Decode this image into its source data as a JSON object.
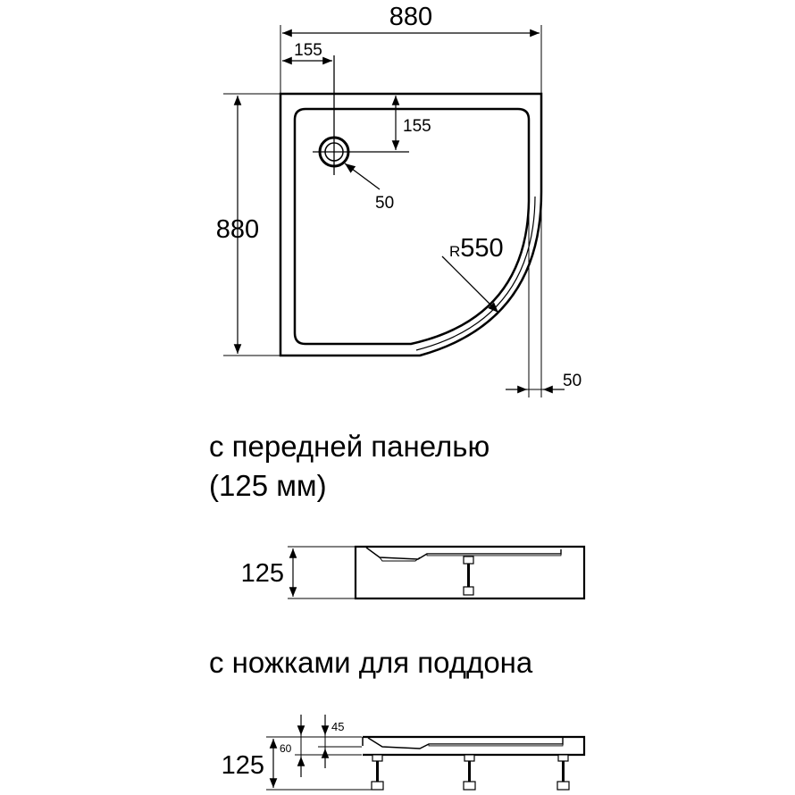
{
  "top_view": {
    "width": "880",
    "depth": "880",
    "drain_x_offset": "155",
    "drain_y_offset": "155",
    "drain_diameter": "50",
    "radius_prefix": "R",
    "radius_value": "550",
    "rim_width": "50"
  },
  "captions": {
    "front_panel_line1": "с передней панелью",
    "front_panel_line2": "(125 мм)",
    "legs": "с ножками для поддона"
  },
  "front_panel_view": {
    "height": "125"
  },
  "legs_view": {
    "height": "125",
    "inner_height": "60",
    "tray_height": "45"
  },
  "colors": {
    "line": "#000000",
    "background": "#ffffff",
    "inner_gray": "#c8c8c8"
  }
}
